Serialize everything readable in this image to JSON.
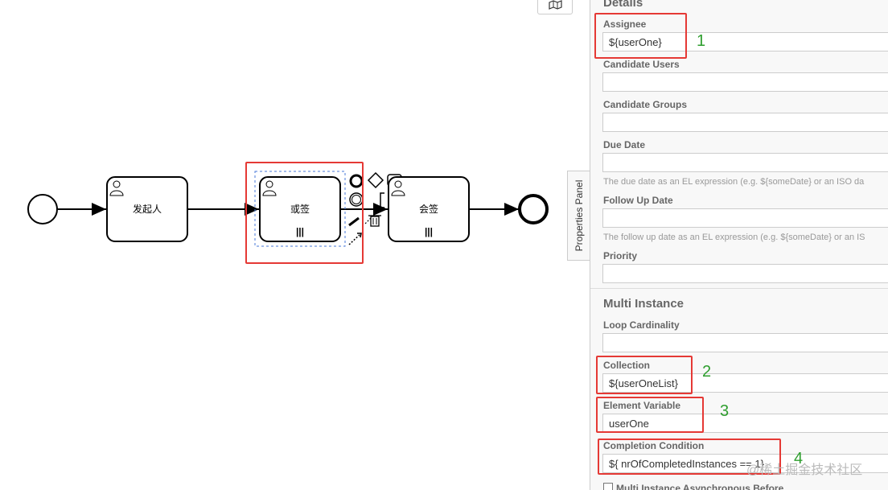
{
  "diagram": {
    "tasks": [
      {
        "label": "发起人"
      },
      {
        "label": "或签"
      },
      {
        "label": "会签"
      }
    ],
    "multi_instance_marker": "|||"
  },
  "panel": {
    "tab_label": "Properties Panel",
    "details_title": "Details",
    "assignee_label": "Assignee",
    "assignee_value": "${userOne}",
    "candidate_users_label": "Candidate Users",
    "candidate_groups_label": "Candidate Groups",
    "due_date_label": "Due Date",
    "due_date_hint": "The due date as an EL expression (e.g. ${someDate} or an ISO da",
    "follow_up_label": "Follow Up Date",
    "follow_up_hint": "The follow up date as an EL expression (e.g. ${someDate} or an IS",
    "priority_label": "Priority",
    "multi_title": "Multi Instance",
    "loop_cardinality_label": "Loop Cardinality",
    "collection_label": "Collection",
    "collection_value": "${userOneList}",
    "element_variable_label": "Element Variable",
    "element_variable_value": "userOne",
    "completion_label": "Completion Condition",
    "completion_value": "${ nrOfCompletedInstances == 1}",
    "async_before_label": "Multi Instance Asynchronous Before"
  },
  "annotations": {
    "num1": "1",
    "num2": "2",
    "num3": "3",
    "num4": "4",
    "watermark": "@稀土掘金技术社区",
    "box_color": "#e53935",
    "num_color": "#2e9e2e"
  }
}
